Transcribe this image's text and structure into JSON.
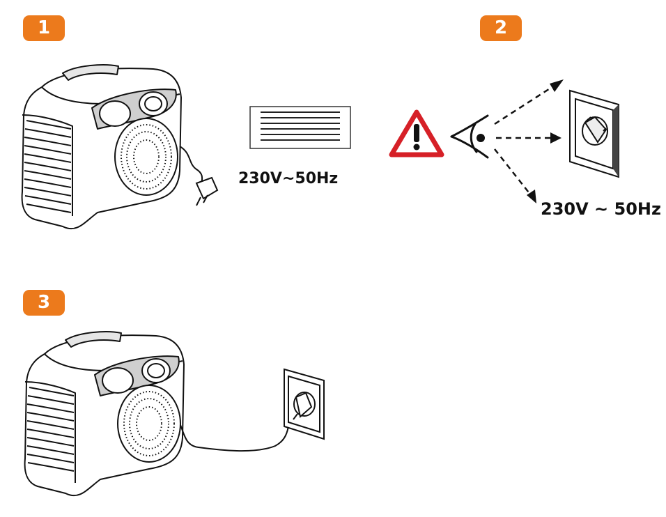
{
  "steps": [
    {
      "number": "1"
    },
    {
      "number": "2"
    },
    {
      "number": "3"
    }
  ],
  "step1": {
    "rating_label": "230V~50Hz"
  },
  "step2": {
    "rating_label": "230V ~ 50Hz"
  },
  "colors": {
    "badge": "#ec7a1c",
    "warning": "#d62027"
  },
  "icons": [
    "fan-heater-icon",
    "rating-plate-icon",
    "warning-triangle-icon",
    "eye-icon",
    "wall-socket-icon",
    "plug-icon"
  ]
}
